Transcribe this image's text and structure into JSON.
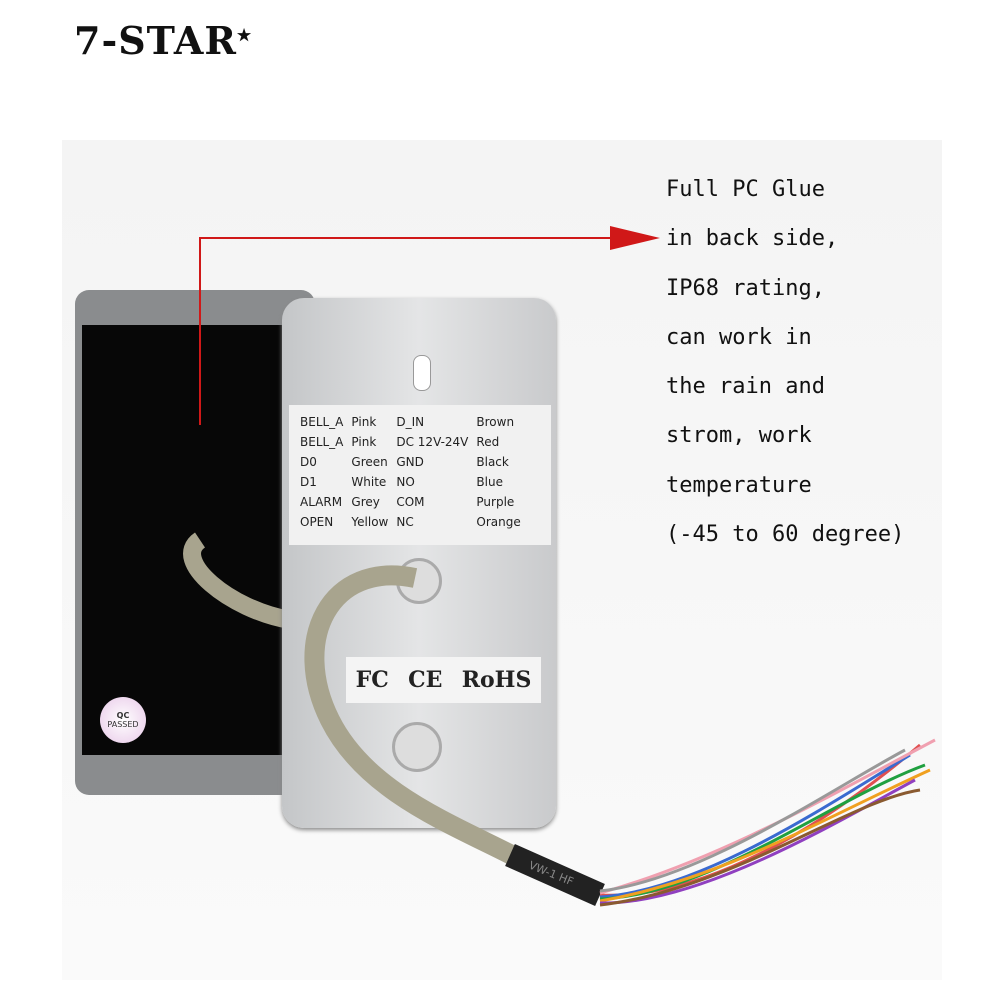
{
  "brand": {
    "name": "7-STAR",
    "mark": "★"
  },
  "description_lines": [
    "Full PC Glue",
    "in back side,",
    "IP68 rating,",
    "can work in",
    "the rain and",
    "strom, work",
    "temperature",
    "(-45 to 60 degree)"
  ],
  "wiring_label": [
    [
      "BELL_A",
      "Pink",
      "D_IN",
      "Brown"
    ],
    [
      "BELL_A",
      "Pink",
      "DC 12V-24V",
      "Red"
    ],
    [
      "D0",
      "Green",
      "GND",
      "Black"
    ],
    [
      "D1",
      "White",
      "NO",
      "Blue"
    ],
    [
      "ALARM",
      "Grey",
      "COM",
      "Purple"
    ],
    [
      "OPEN",
      "Yellow",
      "NC",
      "Orange"
    ]
  ],
  "certifications": [
    "FC",
    "CE",
    "RoHS"
  ],
  "qc_sticker": {
    "top": "QC",
    "bottom": "PASSED"
  },
  "cable_print": "VW-1 HF",
  "arrow_color": "#d01818"
}
